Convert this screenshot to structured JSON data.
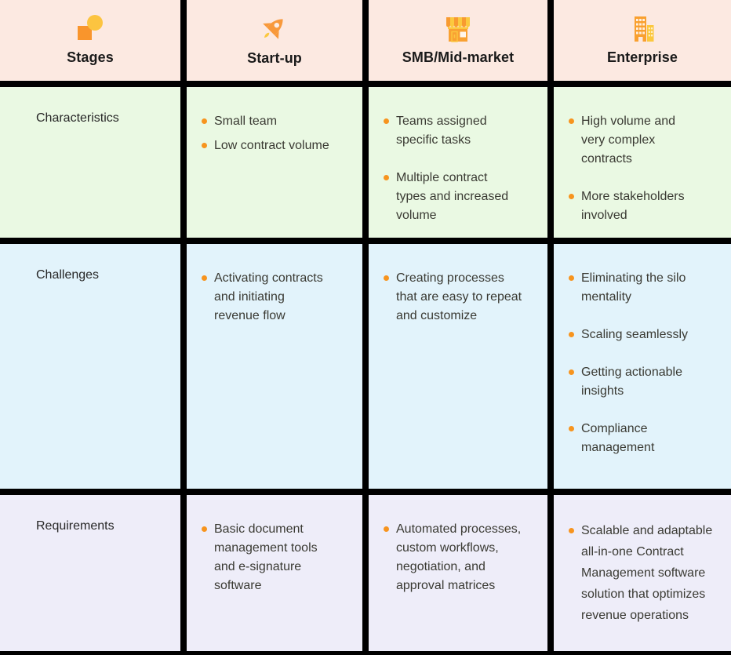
{
  "colors": {
    "header_bg": "#FCE9E1",
    "characteristics_bg": "#EAF9E3",
    "challenges_bg": "#E2F3FB",
    "requirements_bg": "#EEEDF9",
    "divider": "#000000",
    "bullet": "#F7941E",
    "icon_orange": "#F9952C",
    "icon_yellow": "#FCC440",
    "header_text": "#1a1a1a",
    "body_text": "#3a3a33"
  },
  "header": {
    "columns": [
      {
        "label": "Stages",
        "icon": "square-and-circle-icon"
      },
      {
        "label": "Start-up",
        "icon": "rocket-icon"
      },
      {
        "label": "SMB/Mid-market",
        "icon": "storefront-icon"
      },
      {
        "label": "Enterprise",
        "icon": "office-buildings-icon"
      }
    ]
  },
  "rows": [
    {
      "label": "Characteristics",
      "startup": [
        "Small team",
        "Low contract volume"
      ],
      "smb": [
        "Teams assigned\nspecific tasks",
        "Multiple contract\ntypes and increased\nvolume"
      ],
      "enterprise": [
        "High volume and\nvery complex\ncontracts",
        "More stakeholders\ninvolved"
      ]
    },
    {
      "label": "Challenges",
      "startup": [
        "Activating contracts\nand initiating\nrevenue flow"
      ],
      "smb": [
        "Creating processes\nthat are easy to repeat\nand customize"
      ],
      "enterprise": [
        "Eliminating the silo\nmentality",
        "Scaling seamlessly",
        "Getting actionable\ninsights",
        "Compliance\nmanagement"
      ]
    },
    {
      "label": "Requirements",
      "startup": [
        "Basic document\nmanagement tools\nand e-signature\nsoftware"
      ],
      "smb": [
        "Automated processes,\ncustom workflows,\nnegotiation, and\napproval matrices"
      ],
      "enterprise": [
        "Scalable and adaptable\nall-in-one Contract\nManagement software\nsolution that optimizes\nrevenue operations"
      ]
    }
  ]
}
